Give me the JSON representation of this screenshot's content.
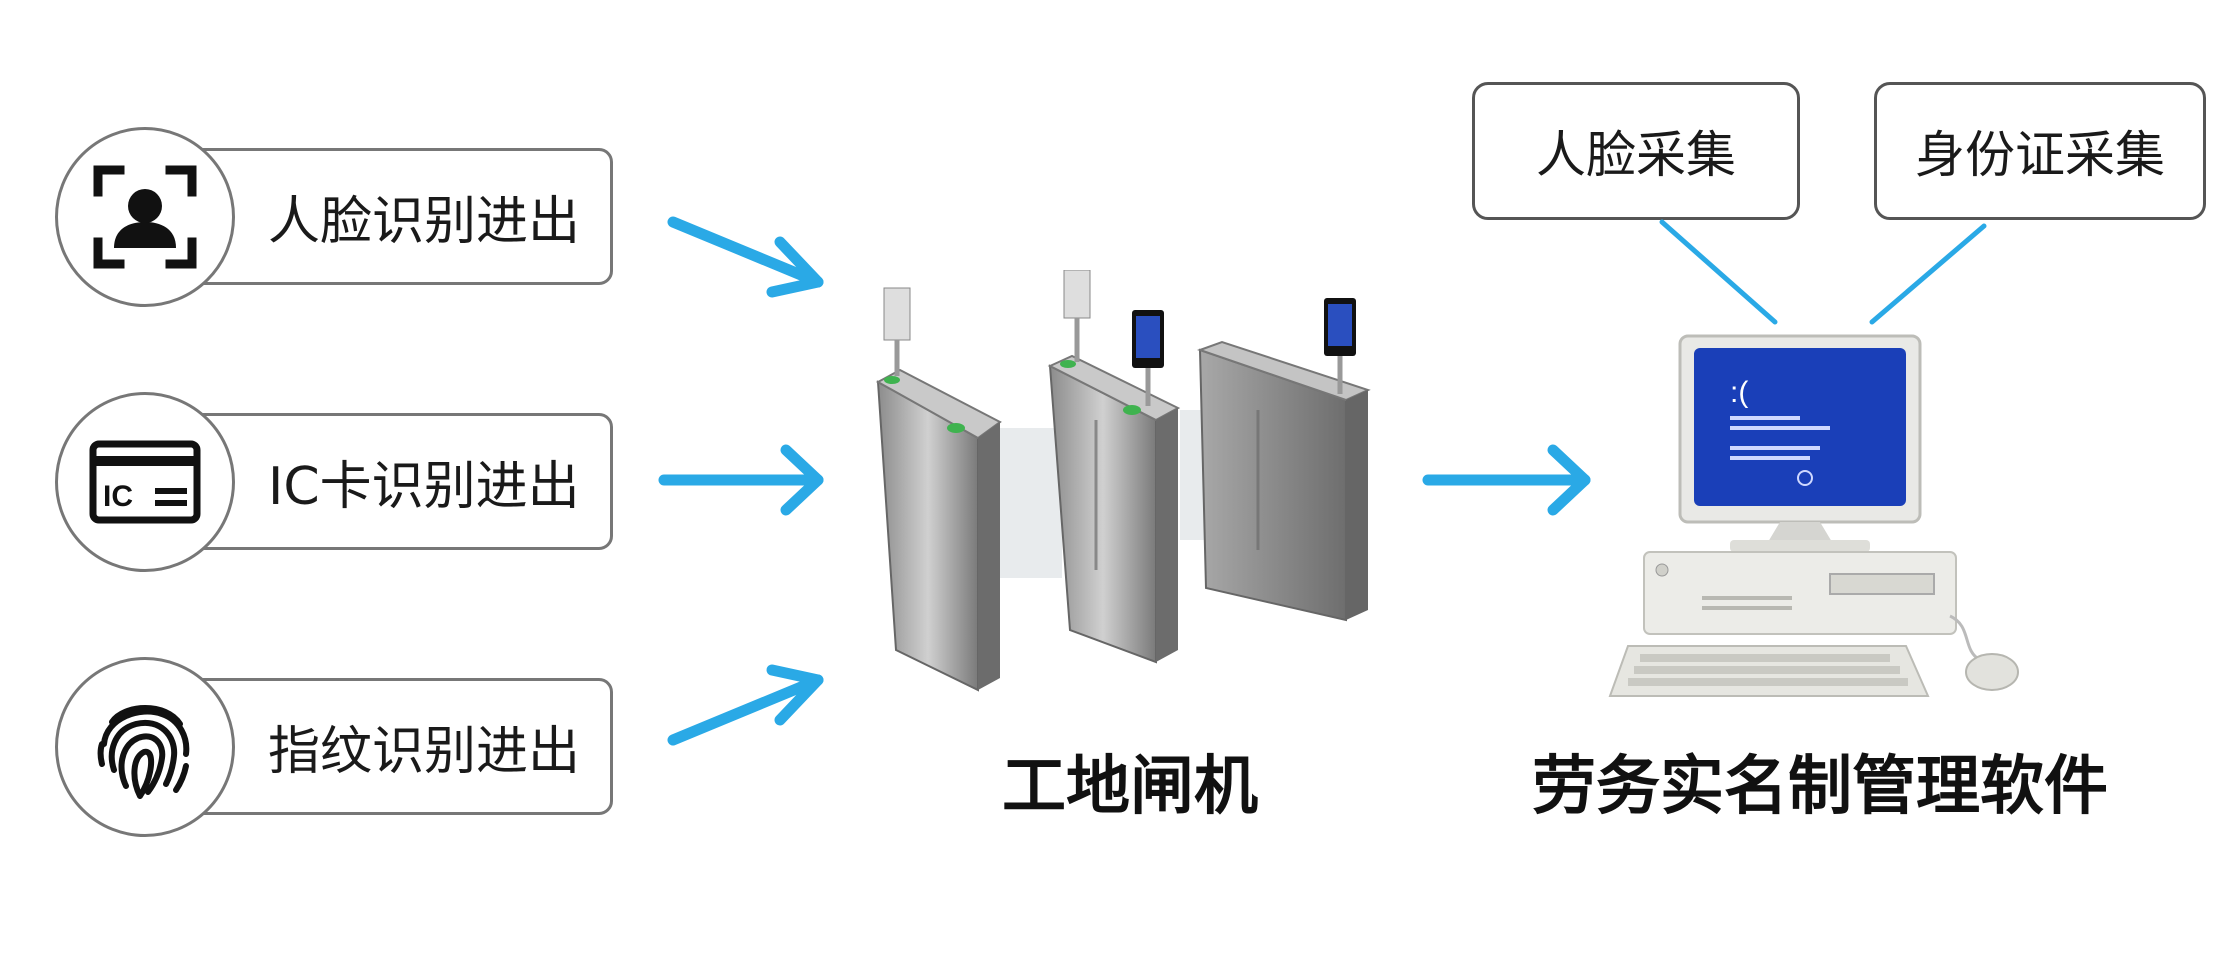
{
  "methods": [
    {
      "label": "人脸识别进出",
      "icon": "face-scan-icon"
    },
    {
      "label": "IC卡识别进出",
      "icon": "ic-card-icon",
      "card_text": "IC"
    },
    {
      "label": "指纹识别进出",
      "icon": "fingerprint-icon"
    }
  ],
  "gate": {
    "caption": "工地闸机",
    "image": "turnstile-gates-image"
  },
  "software": {
    "caption": "劳务实名制管理软件",
    "image": "desktop-computer-image",
    "screen_text": ":(",
    "collect": [
      {
        "label": "人脸采集"
      },
      {
        "label": "身份证采集"
      }
    ]
  },
  "colors": {
    "arrow": "#2aa9e6",
    "outline": "#777777",
    "screen": "#1a3fb8"
  }
}
